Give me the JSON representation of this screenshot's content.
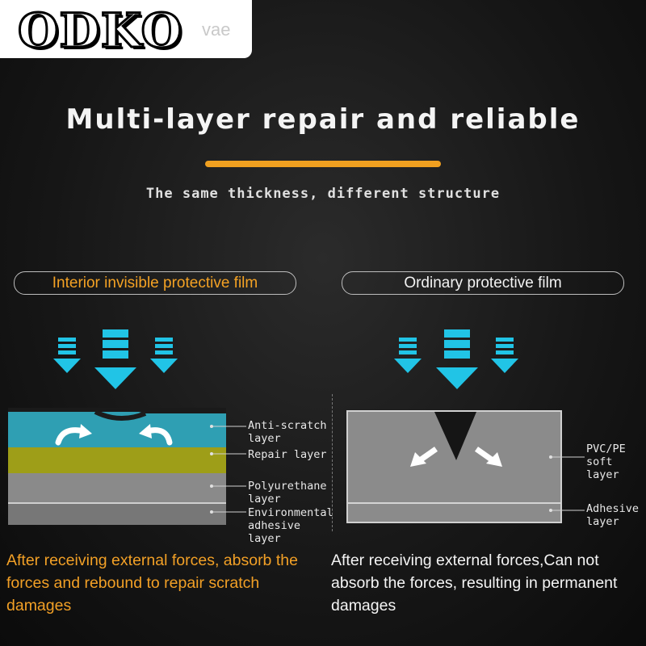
{
  "logo": {
    "text": "ODKO",
    "suffix": "vae"
  },
  "headline": "Multi-layer repair and reliable",
  "subheadline": "The same thickness, different structure",
  "left": {
    "title": "Interior invisible protective film",
    "layers": {
      "anti_scratch": "Anti-scratch layer",
      "repair": "Repair layer",
      "polyurethane": "Polyurethane layer",
      "adhesive": "Environmental adhesive layer"
    },
    "description": "After receiving external forces, absorb the forces and rebound to repair scratch damages"
  },
  "right": {
    "title": "Ordinary protective film",
    "layers": {
      "soft": "PVC/PE soft layer",
      "adhesive": "Adhesive layer"
    },
    "description": "After receiving external forces,Can not absorb the forces, resulting in permanent damages"
  },
  "colors": {
    "accent": "#f0a020",
    "arrow": "#21c4e6",
    "anti_scratch": "#2f9fb3",
    "repair": "#9e9e18"
  },
  "icons": [
    "down-arrow-icon",
    "curved-arrow-icon",
    "crack-arrow-icon"
  ]
}
